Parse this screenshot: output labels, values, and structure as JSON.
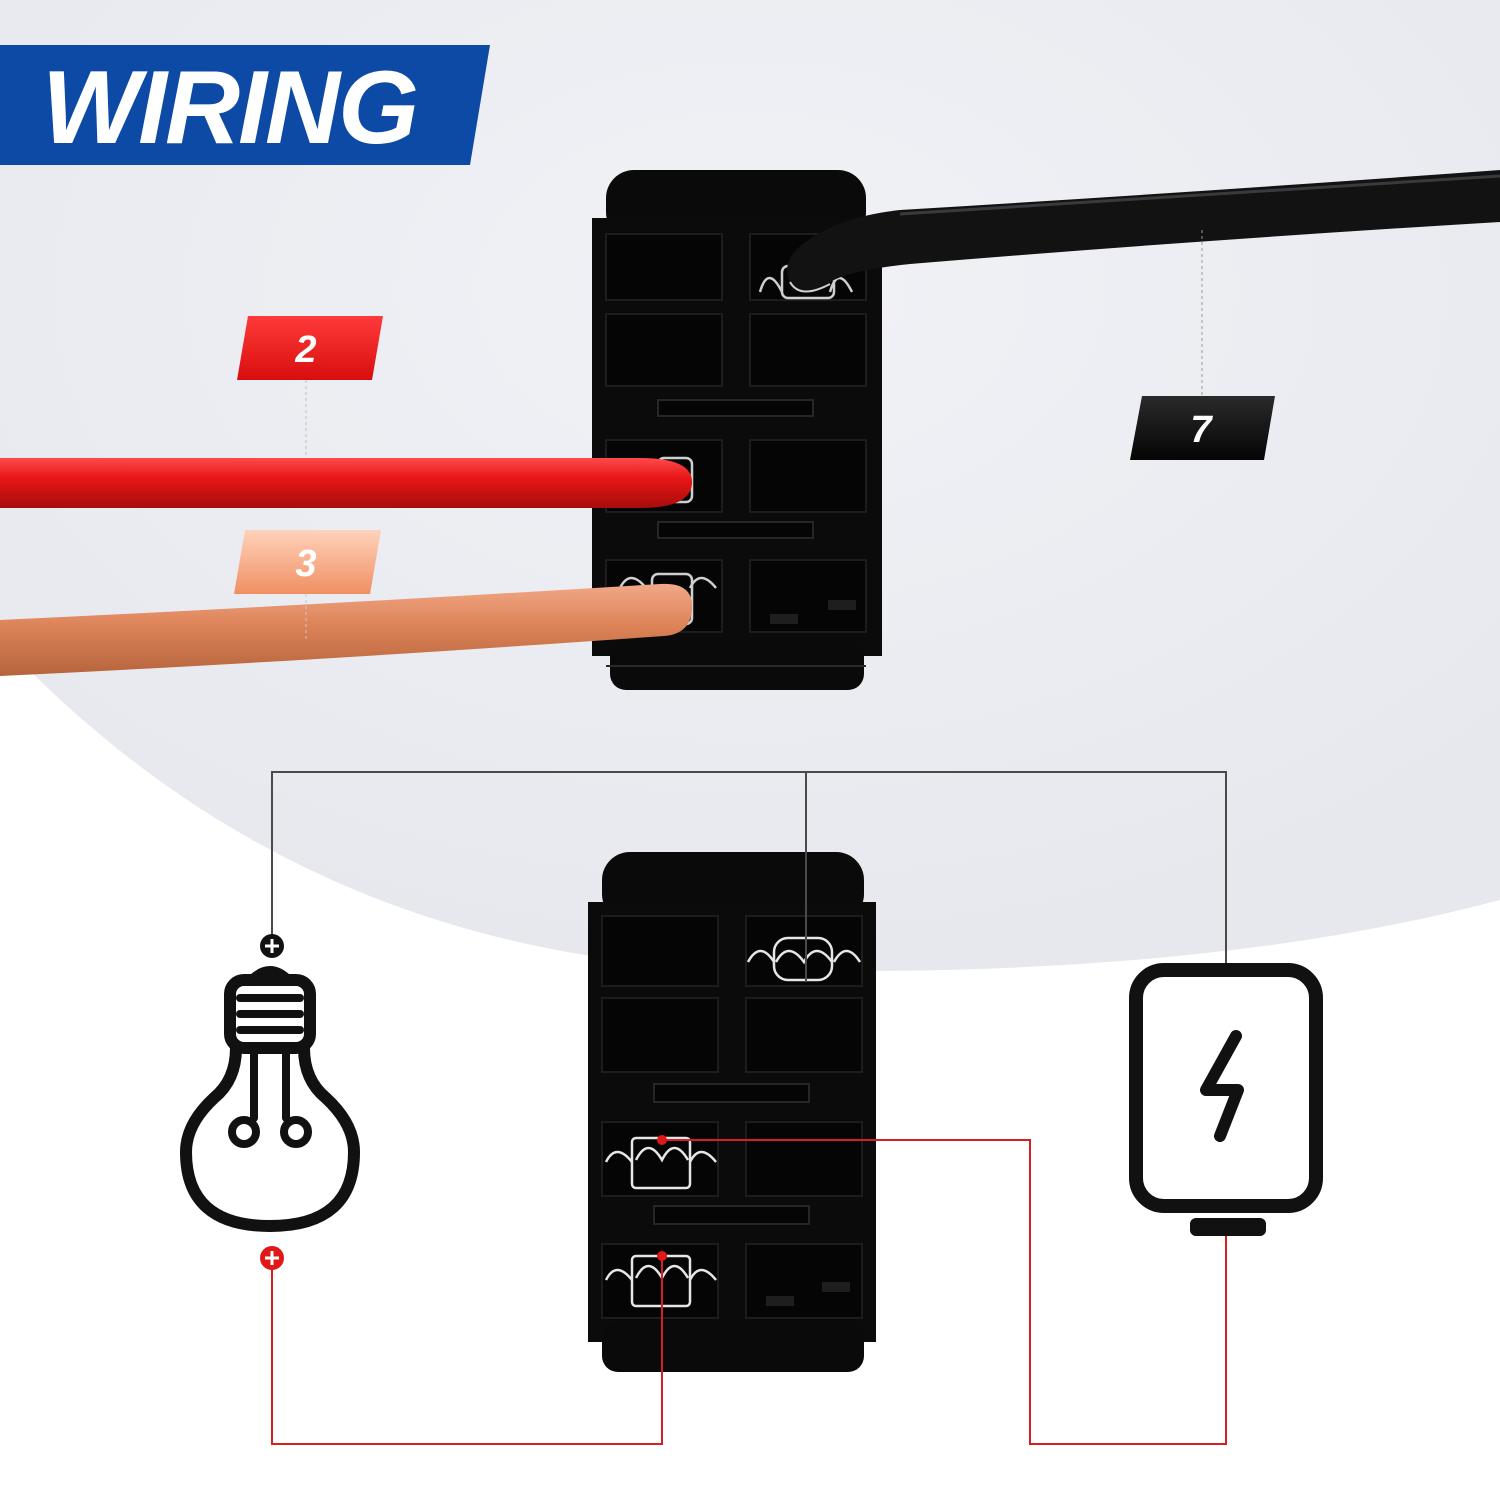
{
  "banner": {
    "title": "WIRING"
  },
  "wire_labels": {
    "pin2": "2",
    "pin3": "3",
    "pin7": "7"
  },
  "colors": {
    "banner_bg": "#0c4aa6",
    "wire_red": "#e11515",
    "wire_orange": "#e08a60",
    "wire_black": "#111111",
    "switch_body": "#0a0a0a",
    "circuit_line_red": "#d42020",
    "circuit_line_gray": "#555555",
    "background_arc": "#eceef3"
  },
  "icons": {
    "bulb": "light-bulb-icon",
    "power": "power-supply-icon",
    "polarity": "plus-icon"
  }
}
